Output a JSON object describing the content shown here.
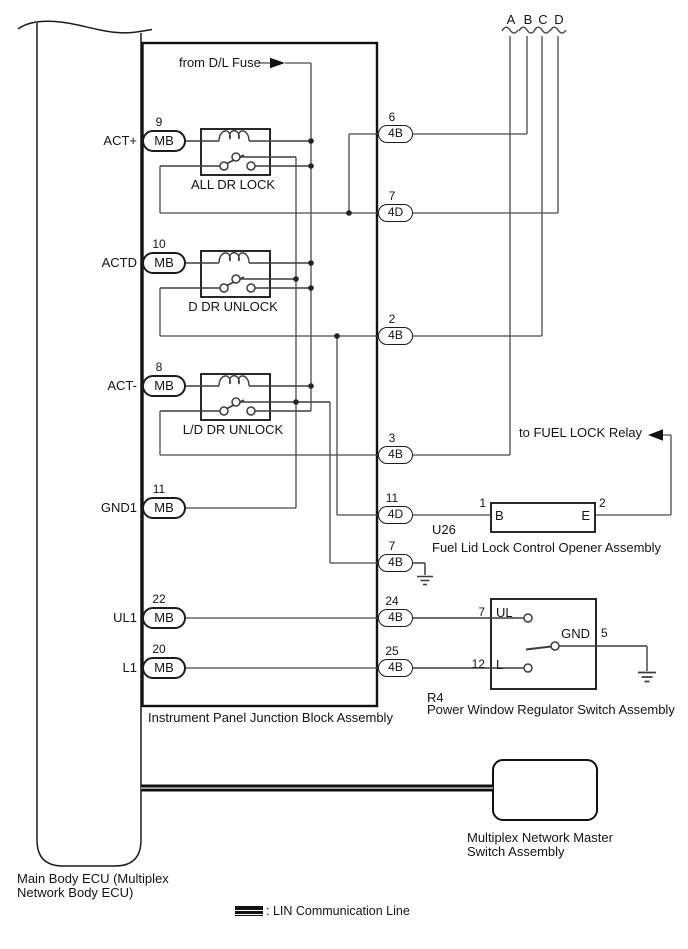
{
  "top_lines": [
    "A",
    "B",
    "C",
    "D"
  ],
  "annotations": {
    "from_dl_fuse": "from D/L Fuse",
    "to_fuel_lock": "to FUEL LOCK Relay"
  },
  "relays": [
    {
      "name": "ALL DR LOCK"
    },
    {
      "name": "D DR UNLOCK"
    },
    {
      "name": "L/D DR UNLOCK"
    }
  ],
  "left_pins": [
    {
      "label": "ACT+",
      "pin": "9",
      "connector": "MB"
    },
    {
      "label": "ACTD",
      "pin": "10",
      "connector": "MB"
    },
    {
      "label": "ACT-",
      "pin": "8",
      "connector": "MB"
    },
    {
      "label": "GND1",
      "pin": "11",
      "connector": "MB"
    },
    {
      "label": "UL1",
      "pin": "22",
      "connector": "MB"
    },
    {
      "label": "L1",
      "pin": "20",
      "connector": "MB"
    }
  ],
  "right_pins": [
    {
      "pin": "6",
      "connector": "4B"
    },
    {
      "pin": "7",
      "connector": "4D"
    },
    {
      "pin": "2",
      "connector": "4B"
    },
    {
      "pin": "3",
      "connector": "4B"
    },
    {
      "pin": "11",
      "connector": "4D"
    },
    {
      "pin": "7",
      "connector": "4B"
    },
    {
      "pin": "24",
      "connector": "4B"
    },
    {
      "pin": "25",
      "connector": "4B"
    }
  ],
  "junction_block": {
    "label": "Instrument Panel Junction Block Assembly"
  },
  "ecu": {
    "label_line1": "Main Body ECU (Multiplex",
    "label_line2": "Network Body ECU)"
  },
  "u26": {
    "code": "U26",
    "name": "Fuel Lid Lock Control Opener Assembly",
    "pin_left": "1",
    "pin_right": "2",
    "terminal_left": "B",
    "terminal_right": "E"
  },
  "r4": {
    "code": "R4",
    "name": "Power Window Regulator Switch Assembly",
    "ul_pin": "7",
    "ul": "UL",
    "gnd": "GND",
    "gnd_pin": "5",
    "l_pin": "12",
    "l": "L"
  },
  "master_switch": {
    "label_line1": "Multiplex Network Master",
    "label_line2": "Switch Assembly"
  },
  "legend": {
    "text": ": LIN Communication Line"
  },
  "colors": {
    "wire": "#4a4a4a",
    "box": "#111111",
    "lin_core": "#b9b9b9"
  }
}
